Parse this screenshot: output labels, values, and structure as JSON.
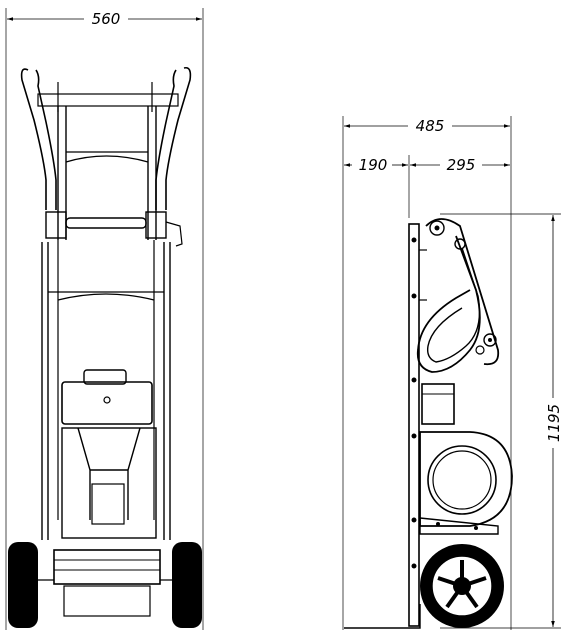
{
  "dimensions": {
    "front_width": "560",
    "side_depth_total": "485",
    "side_depth_left": "190",
    "side_depth_right": "295",
    "height": "1195"
  }
}
